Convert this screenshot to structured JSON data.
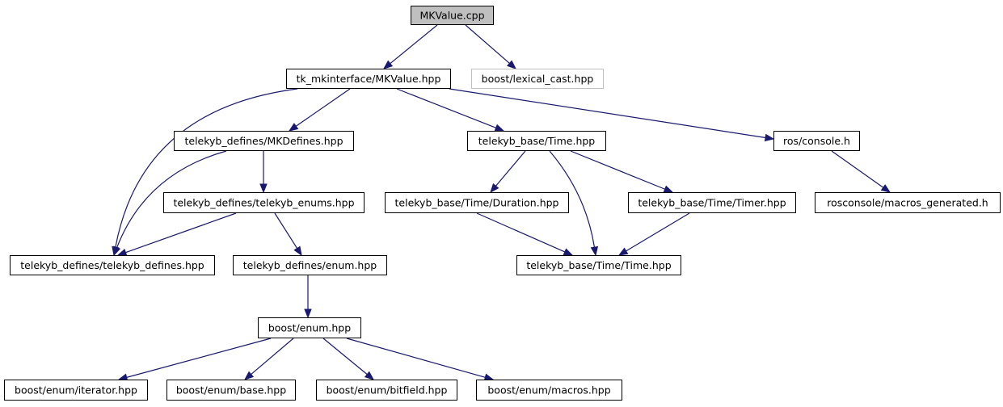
{
  "graph": {
    "nodes": [
      {
        "id": "root",
        "label": "MKValue.cpp",
        "style": "root"
      },
      {
        "id": "mkvalue_hpp",
        "label": "tk_mkinterface/MKValue.hpp",
        "style": "normal"
      },
      {
        "id": "lexical_cast",
        "label": "boost/lexical_cast.hpp",
        "style": "external"
      },
      {
        "id": "mkdefines",
        "label": "telekyb_defines/MKDefines.hpp",
        "style": "normal"
      },
      {
        "id": "time_hpp",
        "label": "telekyb_base/Time.hpp",
        "style": "normal"
      },
      {
        "id": "console",
        "label": "ros/console.h",
        "style": "normal"
      },
      {
        "id": "enums",
        "label": "telekyb_defines/telekyb_enums.hpp",
        "style": "normal"
      },
      {
        "id": "duration",
        "label": "telekyb_base/Time/Duration.hpp",
        "style": "normal"
      },
      {
        "id": "timer",
        "label": "telekyb_base/Time/Timer.hpp",
        "style": "normal"
      },
      {
        "id": "macros_gen",
        "label": "rosconsole/macros_generated.h",
        "style": "normal"
      },
      {
        "id": "tk_defines",
        "label": "telekyb_defines/telekyb_defines.hpp",
        "style": "normal"
      },
      {
        "id": "enum_hpp",
        "label": "telekyb_defines/enum.hpp",
        "style": "normal"
      },
      {
        "id": "time_time",
        "label": "telekyb_base/Time/Time.hpp",
        "style": "normal"
      },
      {
        "id": "boost_enum",
        "label": "boost/enum.hpp",
        "style": "normal"
      },
      {
        "id": "iterator",
        "label": "boost/enum/iterator.hpp",
        "style": "normal"
      },
      {
        "id": "base",
        "label": "boost/enum/base.hpp",
        "style": "normal"
      },
      {
        "id": "bitfield",
        "label": "boost/enum/bitfield.hpp",
        "style": "normal"
      },
      {
        "id": "macros",
        "label": "boost/enum/macros.hpp",
        "style": "normal"
      }
    ],
    "edges": [
      {
        "from": "root",
        "to": "mkvalue_hpp"
      },
      {
        "from": "root",
        "to": "lexical_cast"
      },
      {
        "from": "mkvalue_hpp",
        "to": "tk_defines"
      },
      {
        "from": "mkvalue_hpp",
        "to": "mkdefines"
      },
      {
        "from": "mkvalue_hpp",
        "to": "time_hpp"
      },
      {
        "from": "mkvalue_hpp",
        "to": "console"
      },
      {
        "from": "mkdefines",
        "to": "tk_defines"
      },
      {
        "from": "mkdefines",
        "to": "enums"
      },
      {
        "from": "enums",
        "to": "tk_defines"
      },
      {
        "from": "enums",
        "to": "enum_hpp"
      },
      {
        "from": "enum_hpp",
        "to": "boost_enum"
      },
      {
        "from": "boost_enum",
        "to": "iterator"
      },
      {
        "from": "boost_enum",
        "to": "base"
      },
      {
        "from": "boost_enum",
        "to": "bitfield"
      },
      {
        "from": "boost_enum",
        "to": "macros"
      },
      {
        "from": "time_hpp",
        "to": "duration"
      },
      {
        "from": "time_hpp",
        "to": "time_time"
      },
      {
        "from": "time_hpp",
        "to": "timer"
      },
      {
        "from": "duration",
        "to": "time_time"
      },
      {
        "from": "timer",
        "to": "time_time"
      },
      {
        "from": "console",
        "to": "macros_gen"
      }
    ]
  }
}
